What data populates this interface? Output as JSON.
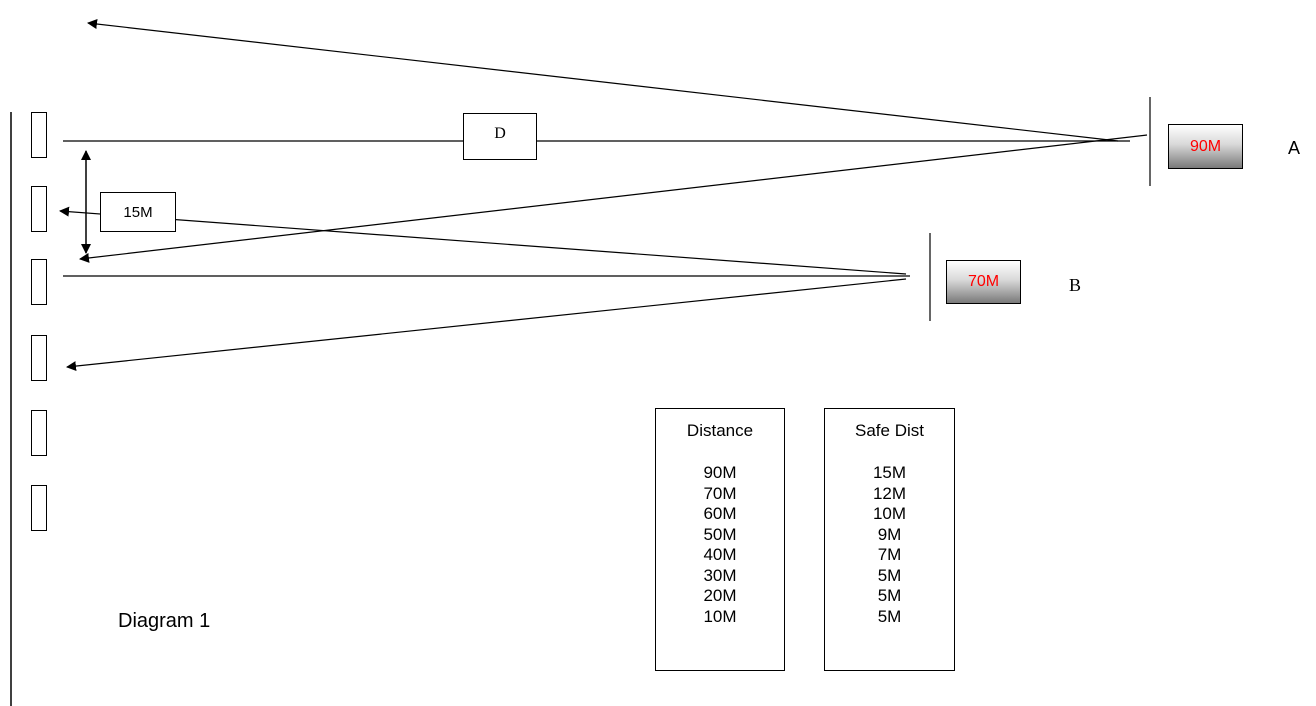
{
  "diagram_title": "Diagram 1",
  "label_d": "D",
  "label_15m": "15M",
  "shooter_a": {
    "label": "90M",
    "text_color": "#ff0000",
    "position_label": "A"
  },
  "shooter_b": {
    "label": "70M",
    "text_color": "#ff0000",
    "position_label": "B"
  },
  "distance_table": {
    "header": "Distance",
    "rows": [
      "90M",
      "70M",
      "60M",
      "50M",
      "40M",
      "30M",
      "20M",
      "10M"
    ]
  },
  "safe_table": {
    "header": "Safe Dist",
    "rows": [
      "15M",
      "12M",
      "10M",
      "9M",
      "7M",
      "5M",
      "5M",
      "5M"
    ]
  },
  "target_count": 6
}
